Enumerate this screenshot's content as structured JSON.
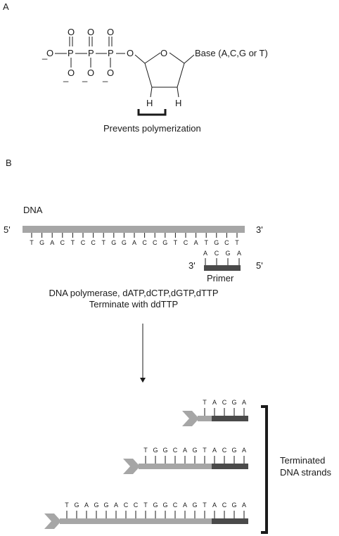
{
  "panel_a": {
    "label": "A",
    "phosphate_atoms": {
      "P": "P",
      "O": "O",
      "minus": "_"
    },
    "ring_oxygen": "O",
    "base_label": "Base (A,C,G or T)",
    "h_label": "H",
    "prevents_label": "Prevents polymerization"
  },
  "panel_b": {
    "label": "B",
    "dna_label": "DNA",
    "template_five_prime": "5'",
    "template_three_prime": "3'",
    "template_seq": [
      "T",
      "G",
      "A",
      "C",
      "T",
      "C",
      "C",
      "T",
      "G",
      "G",
      "A",
      "C",
      "C",
      "G",
      "T",
      "C",
      "A",
      "T",
      "G",
      "C",
      "T"
    ],
    "primer_three_prime": "3'",
    "primer_five_prime": "5'",
    "primer_seq": [
      "A",
      "C",
      "G",
      "A"
    ],
    "primer_label": "Primer",
    "reaction_line1": "DNA polymerase, dATP,dCTP,dGTP,dTTP",
    "reaction_line2": "Terminate with ddTTP",
    "strands": [
      [
        "T",
        "A",
        "C",
        "G",
        "A"
      ],
      [
        "T",
        "G",
        "G",
        "C",
        "A",
        "G",
        "T",
        "A",
        "C",
        "G",
        "A"
      ],
      [
        "T",
        "G",
        "A",
        "G",
        "G",
        "A",
        "C",
        "C",
        "T",
        "G",
        "G",
        "C",
        "A",
        "G",
        "T",
        "A",
        "C",
        "G",
        "A"
      ]
    ],
    "terminated_line1": "Terminated",
    "terminated_line2": "DNA strands"
  },
  "colors": {
    "strand": "#a6a6a6",
    "primer": "#4a4a4a",
    "line": "#1a1a1a"
  }
}
